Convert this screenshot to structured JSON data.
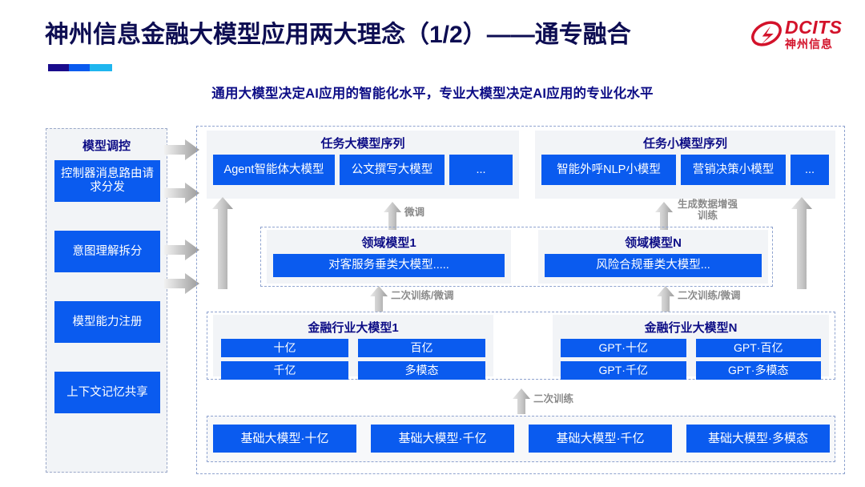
{
  "header": {
    "title": "神州信息金融大模型应用两大理念（1/2）——通专融合",
    "subtitle": "通用大模型决定AI应用的智能化水平，专业大模型决定AI应用的专业化水平",
    "logo_en": "DCITS",
    "logo_cn": "神州信息",
    "logo_color": "#d3122a",
    "title_color": "#0d0d52",
    "accent_bar_colors": [
      "#1a0c8c",
      "#0a5bef",
      "#1fb6ef"
    ]
  },
  "sidebar": {
    "title": "模型调控",
    "items": [
      {
        "label": "控制器消息路由请求分发"
      },
      {
        "label": "意图理解拆分"
      },
      {
        "label": "模型能力注册"
      },
      {
        "label": "上下文记忆共享"
      }
    ]
  },
  "task_sequences": [
    {
      "title": "任务大模型序列",
      "chips": [
        "Agent智能体大模型",
        "公文撰写大模型",
        "..."
      ]
    },
    {
      "title": "任务小模型序列",
      "chips": [
        "智能外呼NLP小模型",
        "营销决策小模型",
        "..."
      ]
    }
  ],
  "domain_models": [
    {
      "title": "领域模型1",
      "chip": "对客服务垂类大模型....."
    },
    {
      "title": "领域模型N",
      "chip": "风险合规垂类大模型..."
    }
  ],
  "industry_models": [
    {
      "title": "金融行业大模型1",
      "chips": [
        "十亿",
        "百亿",
        "千亿",
        "多模态"
      ]
    },
    {
      "title": "金融行业大模型N",
      "chips": [
        "GPT·十亿",
        "GPT·百亿",
        "GPT·千亿",
        "GPT·多模态"
      ]
    }
  ],
  "foundation_models": {
    "chips": [
      "基础大模型·十亿",
      "基础大模型·千亿",
      "基础大模型·千亿",
      "基础大模型·多模态"
    ]
  },
  "arrow_captions": {
    "fine_tune": "微调",
    "data_aug": "生成数据增强\n训练",
    "retrain_left": "二次训练/微调",
    "retrain_right": "二次训练/微调",
    "retrain_base": "二次训练"
  },
  "colors": {
    "chip_blue": "#0a5bef",
    "panel_gray": "#f2f4f7",
    "dashed_border": "#8fa3cf",
    "arrow_gray": "#b4b4b4",
    "caption_gray": "#8a8a8a"
  }
}
